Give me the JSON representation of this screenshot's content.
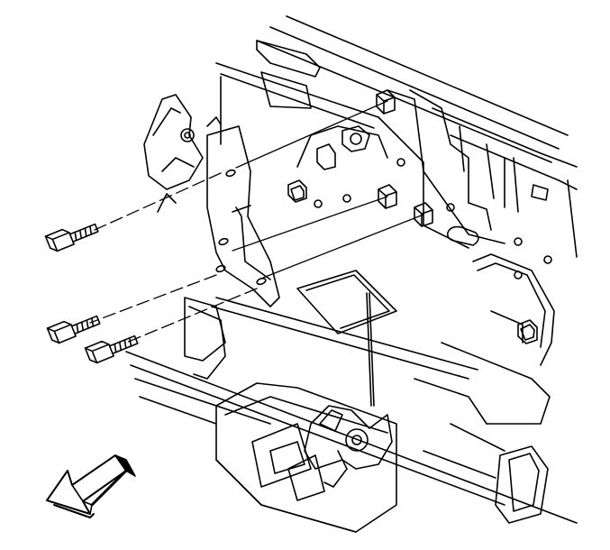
{
  "diagram": {
    "stroke_color": "#000000",
    "fill_color": "#ffffff",
    "parts": [
      "vehicle-body-panel",
      "lower-structure",
      "mounting-bracket",
      "latch-assembly",
      "hood-release-lever",
      "bolt",
      "nut",
      "direction-arrow"
    ],
    "bolt_count": 3,
    "nut_count": 3,
    "arrow_icon": "front-direction-arrow"
  }
}
